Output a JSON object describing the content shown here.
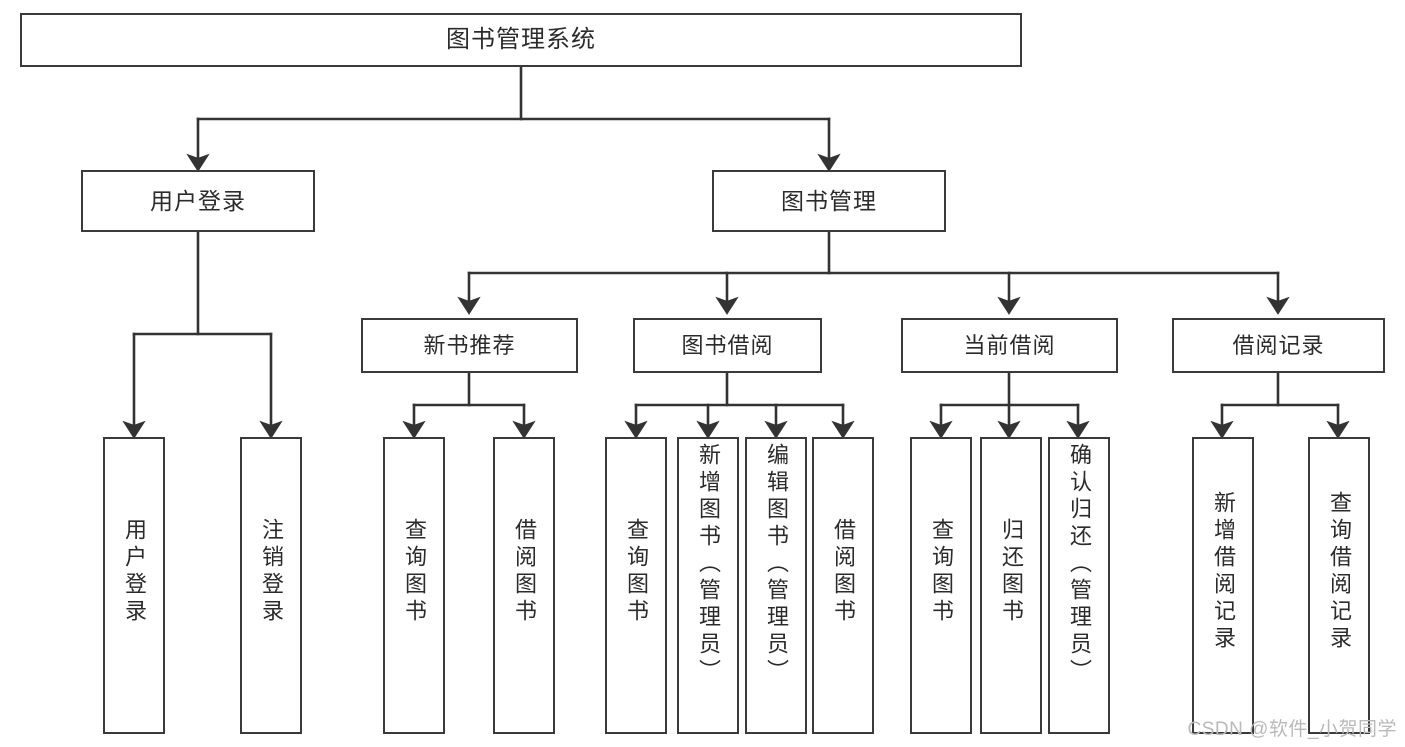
{
  "diagram": {
    "title": "图书管理系统",
    "type": "tree",
    "root": {
      "label": "图书管理系统"
    },
    "level1": [
      {
        "label": "用户登录"
      },
      {
        "label": "图书管理"
      }
    ],
    "level2": [
      {
        "label": "新书推荐"
      },
      {
        "label": "图书借阅"
      },
      {
        "label": "当前借阅"
      },
      {
        "label": "借阅记录"
      }
    ],
    "leaves": {
      "user_login": [
        {
          "label": "用户登录"
        },
        {
          "label": "注销登录"
        }
      ],
      "new_book_recommend": [
        {
          "label": "查询图书"
        },
        {
          "label": "借阅图书"
        }
      ],
      "book_borrow": [
        {
          "label": "查询图书"
        },
        {
          "label": "新增图书（管理员）"
        },
        {
          "label": "编辑图书（管理员）"
        },
        {
          "label": "借阅图书"
        }
      ],
      "current_borrow": [
        {
          "label": "查询图书"
        },
        {
          "label": "归还图书"
        },
        {
          "label": "确认归还（管理员）"
        }
      ],
      "borrow_record": [
        {
          "label": "新增借阅记录"
        },
        {
          "label": "查询借阅记录"
        }
      ]
    }
  },
  "watermark": {
    "text": "CSDN @软件_小贺同学"
  },
  "colors": {
    "box_border": "#3a3a3a",
    "box_fill": "#ffffff",
    "edge": "#3a3a3a",
    "text": "#2b2b2b",
    "watermark": "#b9b9b9"
  }
}
